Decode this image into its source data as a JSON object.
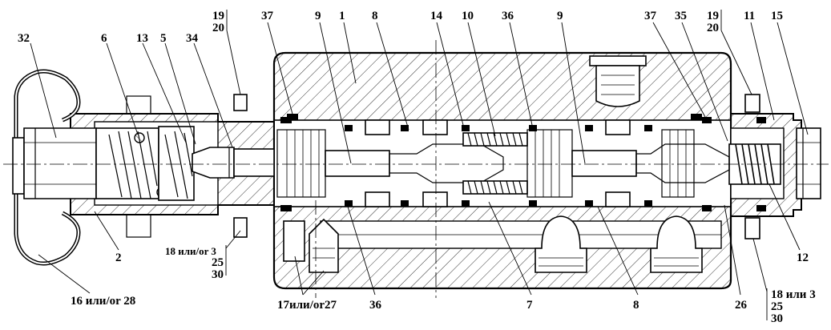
{
  "labels": {
    "l32": "32",
    "l6": "6",
    "l13": "13",
    "l5": "5",
    "l34": "34",
    "l19a": "19",
    "l20a": "20",
    "l37a": "37",
    "l9a": "9",
    "l1": "1",
    "l8a": "8",
    "l14": "14",
    "l10": "10",
    "l36a": "36",
    "l9b": "9",
    "l37b": "37",
    "l35": "35",
    "l19b": "19",
    "l20b": "20",
    "l11": "11",
    "l15": "15",
    "l2": "2",
    "l16": "16 или/or 28",
    "l18a": "18 или/or 3",
    "l25a": "25",
    "l30a": "30",
    "l17": "17или/or27",
    "l36b": "36",
    "l7": "7",
    "l8b": "8",
    "l26": "26",
    "l12": "12",
    "l18b": "18  или 3",
    "l25b": "25",
    "l30b": "30"
  }
}
